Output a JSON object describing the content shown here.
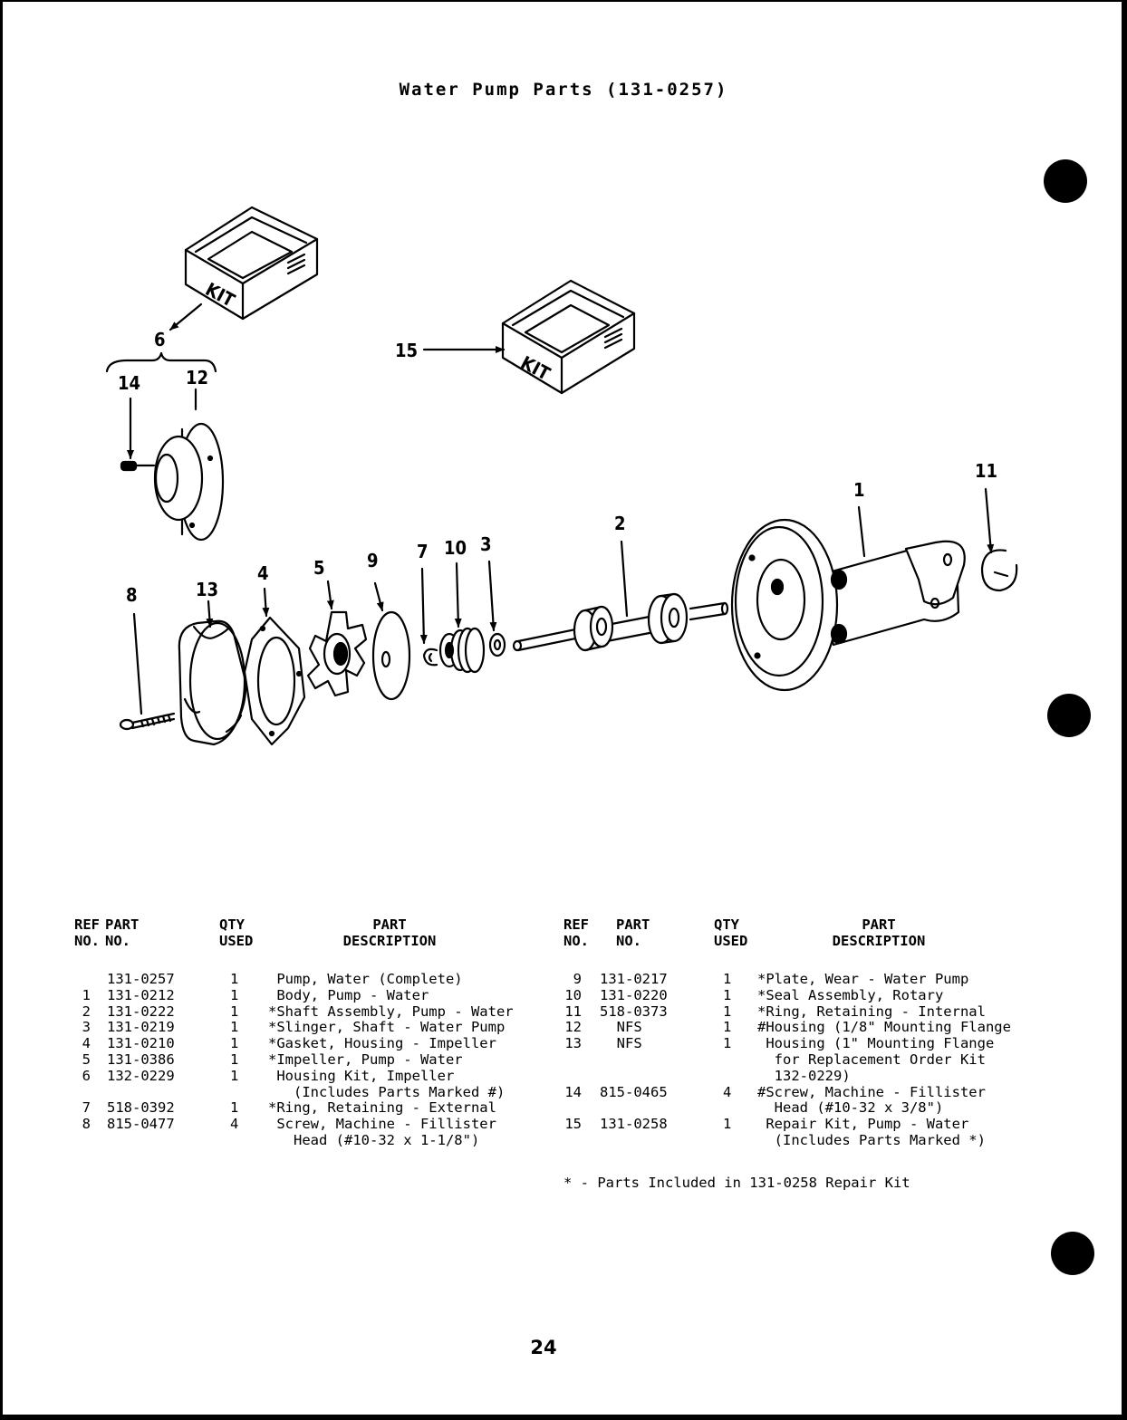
{
  "title": "Water Pump Parts (131-0257)",
  "diagram": {
    "kit_label": "KIT",
    "callouts": {
      "c6": "6",
      "c15": "15",
      "c14": "14",
      "c12": "12",
      "c11": "11",
      "c1": "1",
      "c2": "2",
      "c7": "7",
      "c10": "10",
      "c3": "3",
      "c9": "9",
      "c5": "5",
      "c4": "4",
      "c13": "13",
      "c8": "8"
    }
  },
  "table_headers": {
    "ref": "REF\nNO.",
    "part": "PART\nNO.",
    "qty": "QTY\nUSED",
    "desc": "PART\nDESCRIPTION"
  },
  "left_rows": [
    {
      "ref": "",
      "part": "131-0257",
      "qty": "1",
      "desc": " Pump, Water (Complete)"
    },
    {
      "ref": "1",
      "part": "131-0212",
      "qty": "1",
      "desc": " Body, Pump - Water"
    },
    {
      "ref": "2",
      "part": "131-0222",
      "qty": "1",
      "desc": "*Shaft Assembly, Pump - Water"
    },
    {
      "ref": "3",
      "part": "131-0219",
      "qty": "1",
      "desc": "*Slinger, Shaft - Water Pump"
    },
    {
      "ref": "4",
      "part": "131-0210",
      "qty": "1",
      "desc": "*Gasket, Housing - Impeller"
    },
    {
      "ref": "5",
      "part": "131-0386",
      "qty": "1",
      "desc": "*Impeller, Pump - Water"
    },
    {
      "ref": "6",
      "part": "132-0229",
      "qty": "1",
      "desc": " Housing Kit, Impeller"
    },
    {
      "ref": "",
      "part": "",
      "qty": "",
      "desc": "   (Includes Parts Marked #)"
    },
    {
      "ref": "7",
      "part": "518-0392",
      "qty": "1",
      "desc": "*Ring, Retaining - External"
    },
    {
      "ref": "8",
      "part": "815-0477",
      "qty": "4",
      "desc": " Screw, Machine - Fillister"
    },
    {
      "ref": "",
      "part": "",
      "qty": "",
      "desc": "   Head (#10-32 x 1-1/8\")"
    }
  ],
  "right_rows": [
    {
      "ref": "9",
      "part": "131-0217",
      "qty": "1",
      "desc": "*Plate, Wear - Water Pump"
    },
    {
      "ref": "10",
      "part": "131-0220",
      "qty": "1",
      "desc": "*Seal Assembly, Rotary"
    },
    {
      "ref": "11",
      "part": "518-0373",
      "qty": "1",
      "desc": "*Ring, Retaining - Internal"
    },
    {
      "ref": "12",
      "part": "  NFS",
      "qty": "1",
      "desc": "#Housing (1/8\" Mounting Flange"
    },
    {
      "ref": "13",
      "part": "  NFS",
      "qty": "1",
      "desc": " Housing (1\" Mounting Flange"
    },
    {
      "ref": "",
      "part": "",
      "qty": "",
      "desc": "  for Replacement Order Kit"
    },
    {
      "ref": "",
      "part": "",
      "qty": "",
      "desc": "  132-0229)"
    },
    {
      "ref": "14",
      "part": "815-0465",
      "qty": "4",
      "desc": "#Screw, Machine - Fillister"
    },
    {
      "ref": "",
      "part": "",
      "qty": "",
      "desc": "  Head (#10-32 x 3/8\")"
    },
    {
      "ref": "15",
      "part": "131-0258",
      "qty": "1",
      "desc": " Repair Kit, Pump - Water"
    },
    {
      "ref": "",
      "part": "",
      "qty": "",
      "desc": "  (Includes Parts Marked *)"
    }
  ],
  "footnote": "* - Parts Included in 131-0258 Repair Kit",
  "page_number": "24"
}
